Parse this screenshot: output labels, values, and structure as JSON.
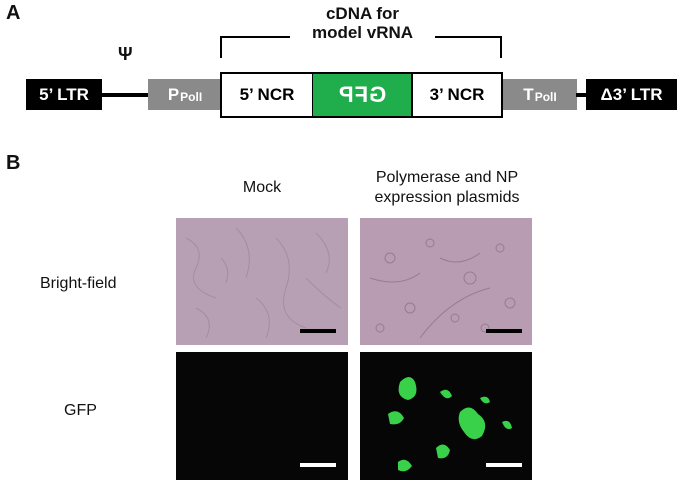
{
  "panelA": {
    "letter": "A",
    "bracket_title_line1": "cDNA for",
    "bracket_title_line2": "model vRNA",
    "psi": "Ψ",
    "ltr5": "5’ LTR",
    "ppol_main": "P",
    "ppol_sub": "PolI",
    "ncr5": "5’ NCR",
    "gfp": "GFP",
    "ncr3": "3’ NCR",
    "tpol_main": "T",
    "tpol_sub": "PolI",
    "ltr3": "Δ3’ LTR"
  },
  "panelB": {
    "letter": "B",
    "col_mock": "Mock",
    "col_poly_line1": "Polymerase and NP",
    "col_poly_line2": "expression plasmids",
    "row_bright": "Bright-field",
    "row_gfp": "GFP"
  },
  "colors": {
    "gfp_green": "#1fae4b",
    "gray_box": "#8a8a8a",
    "brightfield": "#b79fb4",
    "fluor_green": "#39d14a"
  }
}
